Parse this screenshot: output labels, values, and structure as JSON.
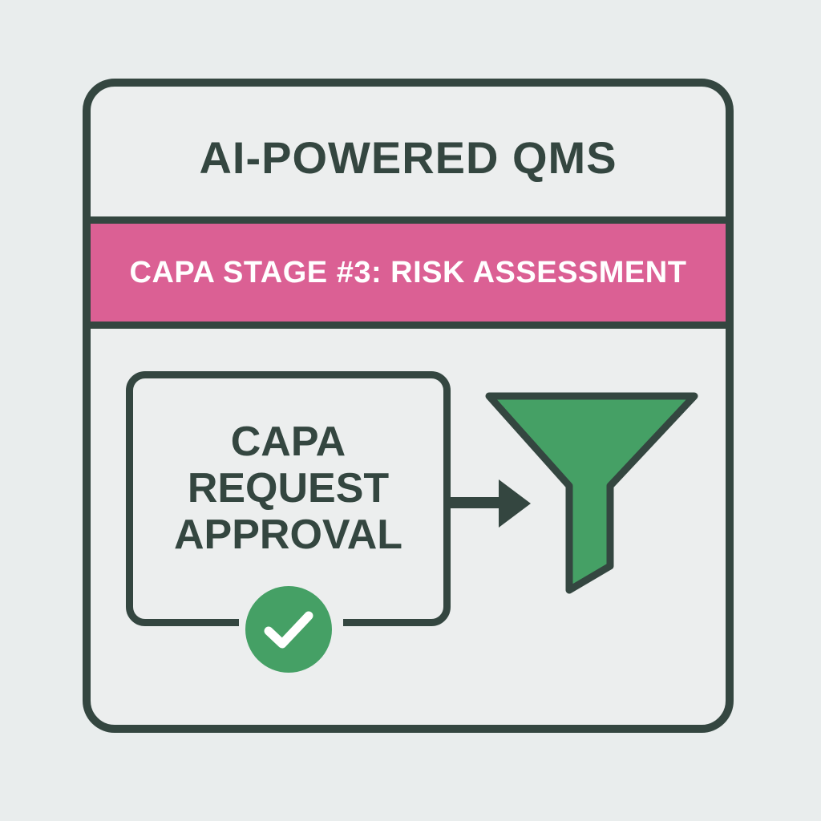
{
  "header": {
    "title": "AI-POWERED QMS"
  },
  "stage": {
    "label": "CAPA STAGE #3: RISK ASSESSMENT",
    "color": "#db6094"
  },
  "request_box": {
    "lines": [
      "CAPA",
      "REQUEST",
      "APPROVAL"
    ],
    "status_icon": "checkmark-circle-icon",
    "status_color": "#45a065"
  },
  "flow": {
    "arrow_icon": "arrow-right-icon",
    "target_icon": "funnel-icon",
    "target_color": "#45a065"
  },
  "colors": {
    "outline": "#344640",
    "background": "#e9eded"
  }
}
